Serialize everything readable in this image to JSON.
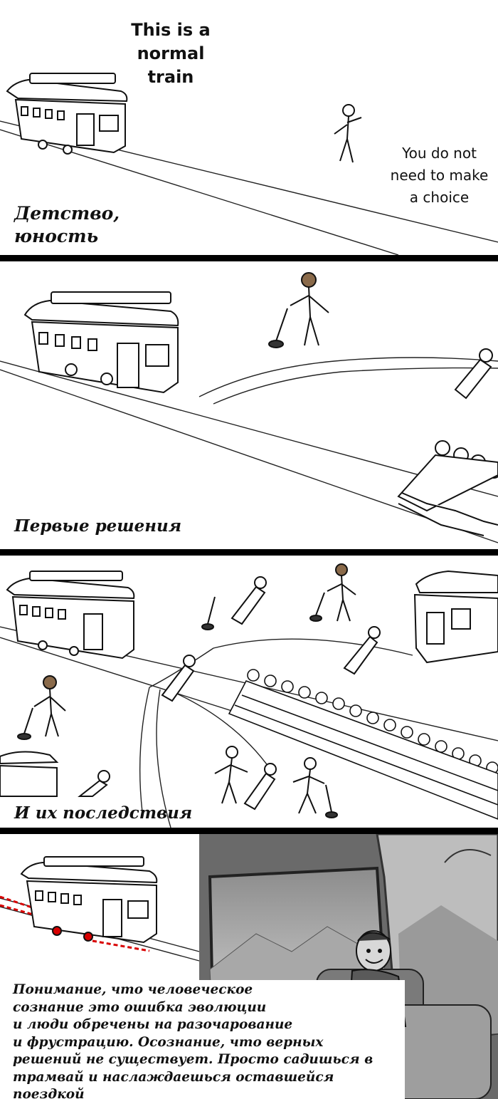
{
  "panel1": {
    "title": "This is a\nnormal\ntrain",
    "note": "You do not\nneed to make\na choice",
    "caption": "Детство,\nюность"
  },
  "panel2": {
    "caption": "Первые решения"
  },
  "panel3": {
    "caption": "И их последствия"
  },
  "panel4": {
    "caption": "Понимание, что человеческое\nсознание это ошибка эволюции\nи люди обречены на разочарование\nи фрустрацию. Осознание, что верных\nрешений не существует. Просто садишься в\nтрамвай и наслаждаешься оставшейся поездкой"
  }
}
